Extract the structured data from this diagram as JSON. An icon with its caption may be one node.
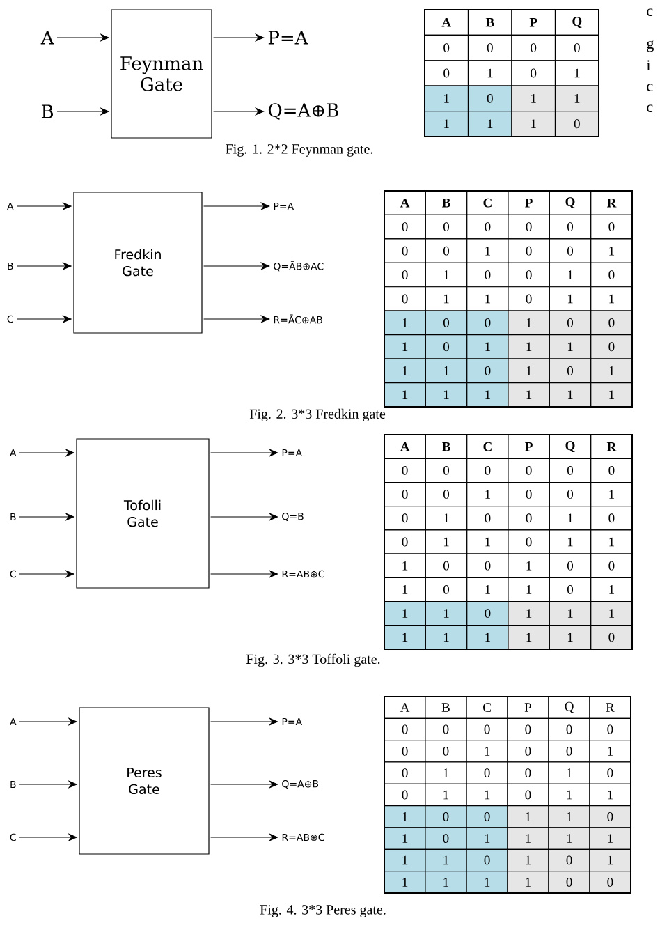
{
  "diagram": {
    "nodes": [
      {
        "text": [
          "Feynman Gate"
        ]
      },
      {
        "text": [
          "A"
        ]
      },
      {
        "text": [
          "B"
        ]
      },
      {
        "text": [
          "P=A"
        ]
      },
      {
        "text": [
          "Q=A⊕B"
        ]
      },
      {
        "text": [
          "Fredkin Gate"
        ]
      },
      {
        "text": [
          "A"
        ]
      },
      {
        "text": [
          "B"
        ]
      },
      {
        "text": [
          "C"
        ]
      },
      {
        "text": [
          "P=A"
        ]
      },
      {
        "text": [
          "Q=ĀB⊕AC"
        ]
      },
      {
        "text": [
          "R=ĀC⊕AB"
        ]
      },
      {
        "text": [
          "Tofolli Gate"
        ]
      },
      {
        "text": [
          "A"
        ]
      },
      {
        "text": [
          "B"
        ]
      },
      {
        "text": [
          "C"
        ]
      },
      {
        "text": [
          "P=A"
        ]
      },
      {
        "text": [
          "Q=B"
        ]
      },
      {
        "text": [
          "R=AB⊕C"
        ]
      },
      {
        "text": [
          "Peres Gate"
        ]
      },
      {
        "text": [
          "A"
        ]
      },
      {
        "text": [
          "B"
        ]
      },
      {
        "text": [
          "C"
        ]
      },
      {
        "text": [
          "P=A"
        ]
      },
      {
        "text": [
          "Q=A⊕B"
        ]
      },
      {
        "text": [
          "R=AB⊕C"
        ]
      }
    ],
    "edges": [
      {
        "from": 1,
        "to": 0,
        "arrow": "to"
      },
      {
        "from": 2,
        "to": 0,
        "arrow": "to"
      },
      {
        "from": 0,
        "to": 3,
        "arrow": "to"
      },
      {
        "from": 0,
        "to": 4,
        "arrow": "to"
      },
      {
        "from": 6,
        "to": 5,
        "arrow": "to"
      },
      {
        "from": 7,
        "to": 5,
        "arrow": "to"
      },
      {
        "from": 8,
        "to": 5,
        "arrow": "to"
      },
      {
        "from": 5,
        "to": 9,
        "arrow": "to"
      },
      {
        "from": 5,
        "to": 10,
        "arrow": "to"
      },
      {
        "from": 5,
        "to": 11,
        "arrow": "to"
      },
      {
        "from": 13,
        "to": 12,
        "arrow": "to"
      },
      {
        "from": 14,
        "to": 12,
        "arrow": "to"
      },
      {
        "from": 15,
        "to": 12,
        "arrow": "to"
      },
      {
        "from": 12,
        "to": 16,
        "arrow": "to"
      },
      {
        "from": 12,
        "to": 17,
        "arrow": "to"
      },
      {
        "from": 12,
        "to": 18,
        "arrow": "to"
      },
      {
        "from": 20,
        "to": 19,
        "arrow": "to"
      },
      {
        "from": 21,
        "to": 19,
        "arrow": "to"
      },
      {
        "from": 22,
        "to": 19,
        "arrow": "to"
      },
      {
        "from": 19,
        "to": 23,
        "arrow": "to"
      },
      {
        "from": 19,
        "to": 24,
        "arrow": "to"
      },
      {
        "from": 19,
        "to": 25,
        "arrow": "to"
      }
    ],
    "labels": [
      "A",
      "B",
      "P",
      "Q",
      "0",
      "0",
      "0",
      "0",
      "0",
      "1",
      "0",
      "1",
      "1",
      "0",
      "1",
      "1",
      "1",
      "1",
      "1",
      "0",
      "c",
      "g",
      "i",
      "c",
      "c",
      "Fig. 1. 2*2 Feynman gate.",
      "A",
      "B",
      "C",
      "P",
      "Q",
      "R",
      "0",
      "0",
      "0",
      "0",
      "0",
      "0",
      "0",
      "0",
      "1",
      "0",
      "0",
      "1",
      "0",
      "1",
      "0",
      "0",
      "1",
      "0",
      "0",
      "1",
      "1",
      "0",
      "1",
      "1",
      "1",
      "0",
      "0",
      "1",
      "0",
      "0",
      "1",
      "0",
      "1",
      "1",
      "1",
      "0",
      "1",
      "1",
      "0",
      "1",
      "0",
      "1",
      "1",
      "1",
      "1",
      "1",
      "1",
      "1",
      "Fig. 2. 3*3 Fredkin gate",
      "A",
      "B",
      "C",
      "P",
      "Q",
      "R",
      "0",
      "0",
      "0",
      "0",
      "0",
      "0",
      "0",
      "0",
      "1",
      "0",
      "0",
      "1",
      "0",
      "1",
      "0",
      "0",
      "1",
      "0",
      "0",
      "1",
      "1",
      "0",
      "1",
      "1",
      "1",
      "0",
      "0",
      "1",
      "0",
      "0",
      "1",
      "0",
      "1",
      "1",
      "0",
      "1",
      "1",
      "1",
      "0",
      "1",
      "1",
      "1",
      "1",
      "1",
      "1",
      "1",
      "1",
      "0",
      "Fig. 3. 3*3 Toffoli gate.",
      "A",
      "B",
      "C",
      "P",
      "Q",
      "R",
      "0",
      "0",
      "0",
      "0",
      "0",
      "0",
      "0",
      "0",
      "1",
      "0",
      "0",
      "1",
      "0",
      "1",
      "0",
      "0",
      "1",
      "0",
      "0",
      "1",
      "1",
      "0",
      "1",
      "1",
      "1",
      "0",
      "0",
      "1",
      "1",
      "0",
      "1",
      "0",
      "1",
      "1",
      "1",
      "1",
      "1",
      "1",
      "0",
      "1",
      "0",
      "1",
      "1",
      "1",
      "1",
      "1",
      "0",
      "0",
      "Fig. 4. 3*3 Peres gate."
    ]
  }
}
